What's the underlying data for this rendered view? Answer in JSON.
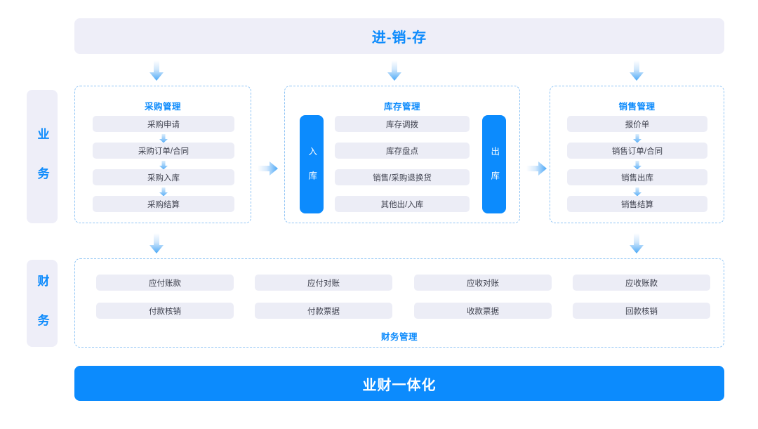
{
  "header": {
    "title": "进-销-存"
  },
  "footer": {
    "title": "业财一体化"
  },
  "rails": {
    "business": "业 务",
    "finance": "财 务"
  },
  "colors": {
    "accent_blue": "#0c8bfd",
    "title_blue": "#0d8bfc",
    "chip_bg": "#ecedf6",
    "banner_bg": "#eeeef8",
    "dash_border": "#8fc4f5",
    "chip_text": "#3c3f4c"
  },
  "groups": {
    "purchase": {
      "title": "采购管理",
      "items": [
        "采购申请",
        "采购订单/合同",
        "采购入库",
        "采购结算"
      ]
    },
    "stock": {
      "title": "库存管理",
      "in_label": "入 库",
      "out_label": "出 库",
      "items": [
        "库存调拨",
        "库存盘点",
        "销售/采购退换货",
        "其他出/入库"
      ]
    },
    "sales": {
      "title": "销售管理",
      "items": [
        "报价单",
        "销售订单/合同",
        "销售出库",
        "销售结算"
      ]
    },
    "finance": {
      "title": "财务管理",
      "row1": [
        "应付账款",
        "应付对账",
        "应收对账",
        "应收账款"
      ],
      "row2": [
        "付款核销",
        "付款票据",
        "收款票据",
        "回款核销"
      ]
    }
  }
}
